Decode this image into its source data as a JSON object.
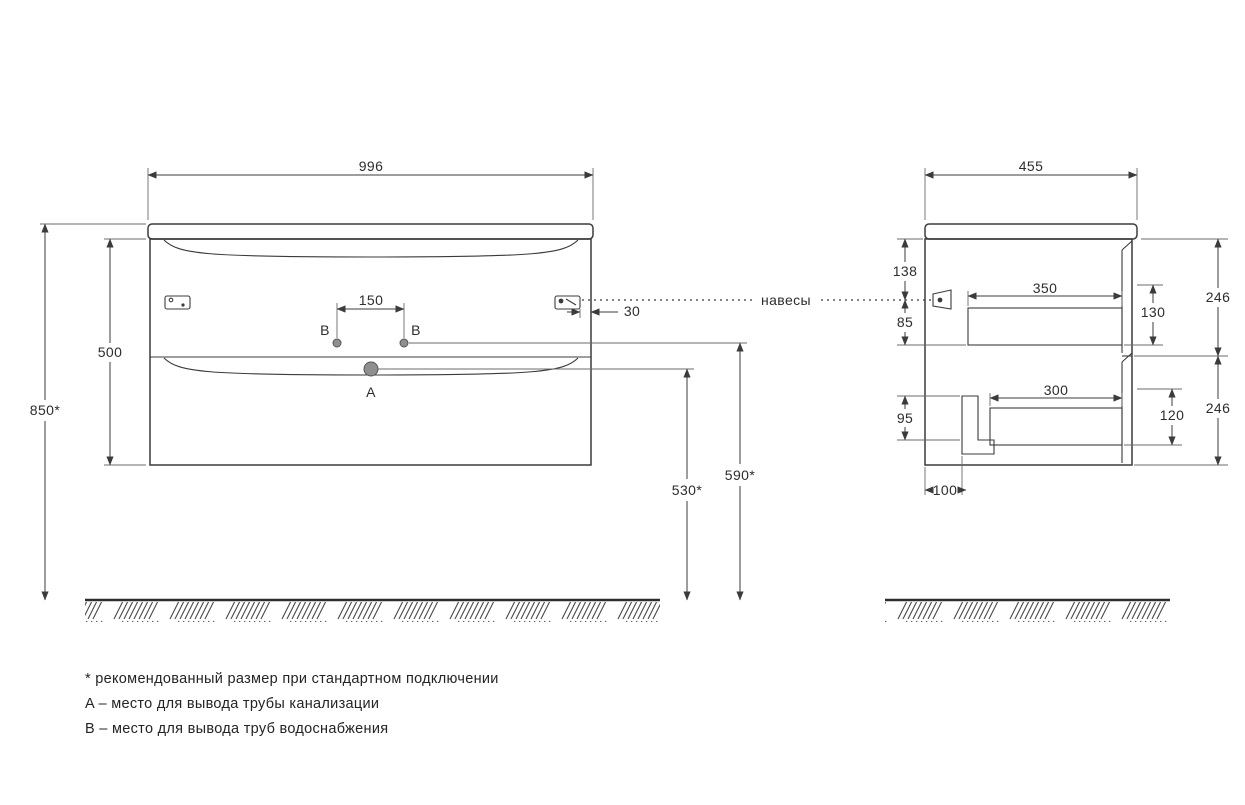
{
  "front_view": {
    "width": "996",
    "cabinet_height": "500",
    "mounting_height": "850*",
    "faucet_holes_spacing": "150",
    "hole_b_left": "B",
    "hole_b_right": "B",
    "hole_a": "A",
    "hanger_offset": "30",
    "drain_outlet_height": "530*",
    "water_outlet_height": "590*"
  },
  "side_view": {
    "depth": "455",
    "top_to_hanger": "138",
    "hanger_drop": "85",
    "upper_drawer_depth": "350",
    "upper_drawer_inner_height": "130",
    "upper_front_height": "246",
    "lower_drawer_depth": "300",
    "lower_drawer_inner_height": "120",
    "lower_front_height": "246",
    "siphon_clearance_height": "95",
    "siphon_offset": "100"
  },
  "callouts": {
    "hangers": "навесы"
  },
  "notes": [
    "* рекомендованный размер при стандартном подключении",
    "A – место для вывода трубы канализации",
    "B – место для вывода труб водоснабжения"
  ]
}
